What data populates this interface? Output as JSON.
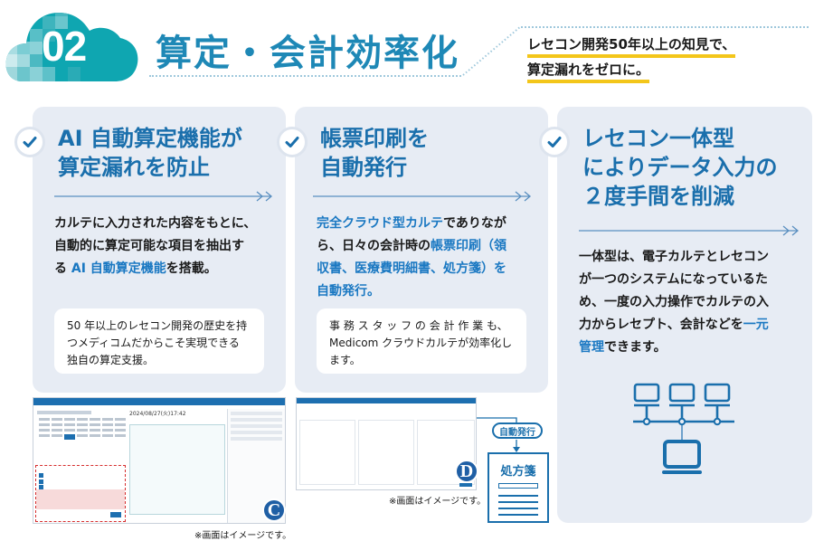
{
  "header": {
    "number": "02",
    "title": "算定・会計効率化",
    "subtitle_lines": [
      "レセコン開発50年以上の知見で、",
      "算定漏れをゼロに。"
    ]
  },
  "cards": [
    {
      "title_lines": [
        "AI 自動算定機能が",
        "算定漏れを防止"
      ],
      "body_lines": [
        [
          {
            "t": "カルテに入力された内容をもとに、",
            "hl": false
          }
        ],
        [
          {
            "t": "自動的に算定可能な項目を抽出す",
            "hl": false
          }
        ],
        [
          {
            "t": "る",
            "hl": false
          },
          {
            "t": " AI 自動算定機能",
            "hl": true
          },
          {
            "t": "を搭載。",
            "hl": false
          }
        ]
      ],
      "note_lines": [
        "50 年以上のレセコン開発の歴史を持",
        "つメディコムだからこそ実現できる",
        "独自の算定支援。"
      ]
    },
    {
      "title_lines": [
        "帳票印刷を",
        "自動発行"
      ],
      "body_lines": [
        [
          {
            "t": "完全クラウド型カルテ",
            "hl": true
          },
          {
            "t": "でありなが",
            "hl": false
          }
        ],
        [
          {
            "t": "ら、日々の会計時の",
            "hl": false
          },
          {
            "t": "帳票印刷（領",
            "hl": true
          }
        ],
        [
          {
            "t": "収書、医療費明細書、処方箋）を",
            "hl": true
          }
        ],
        [
          {
            "t": "自動発行。",
            "hl": true
          }
        ]
      ],
      "note_lines": [
        "事 務 ス タ ッ フ の 会 計 作 業 も、",
        "Medicom クラウドカルテが効率化し",
        "ます。"
      ]
    },
    {
      "title_lines": [
        "レセコン一体型",
        "によりデータ入力の",
        "２度手間を削減"
      ],
      "body_lines": [
        [
          {
            "t": "一体型は、電子カルテとレセコン",
            "hl": false
          }
        ],
        [
          {
            "t": "が一つのシステムになっているた",
            "hl": false
          }
        ],
        [
          {
            "t": "め、一度の入力操作でカルテの入",
            "hl": false
          }
        ],
        [
          {
            "t": "力からレセプト、会計などを",
            "hl": false
          },
          {
            "t": "一元",
            "hl": true
          }
        ],
        [
          {
            "t": "管理",
            "hl": true
          },
          {
            "t": "できます。",
            "hl": false
          }
        ]
      ],
      "icon": "network-computers-icon"
    }
  ],
  "screens": {
    "c_badge": "C",
    "d_badge": "D",
    "caption": "※画面はイメージです。",
    "c_date": "2024/08/27(火)17:42"
  },
  "issue": {
    "tag": "自動発行",
    "doc_title": "処方箋"
  },
  "colors": {
    "primary": "#1a6fac",
    "title": "#1e88b6",
    "card_bg": "#e7ecf4",
    "highlight_underline": "#f3c61a",
    "cloud": "#1aaab5"
  }
}
